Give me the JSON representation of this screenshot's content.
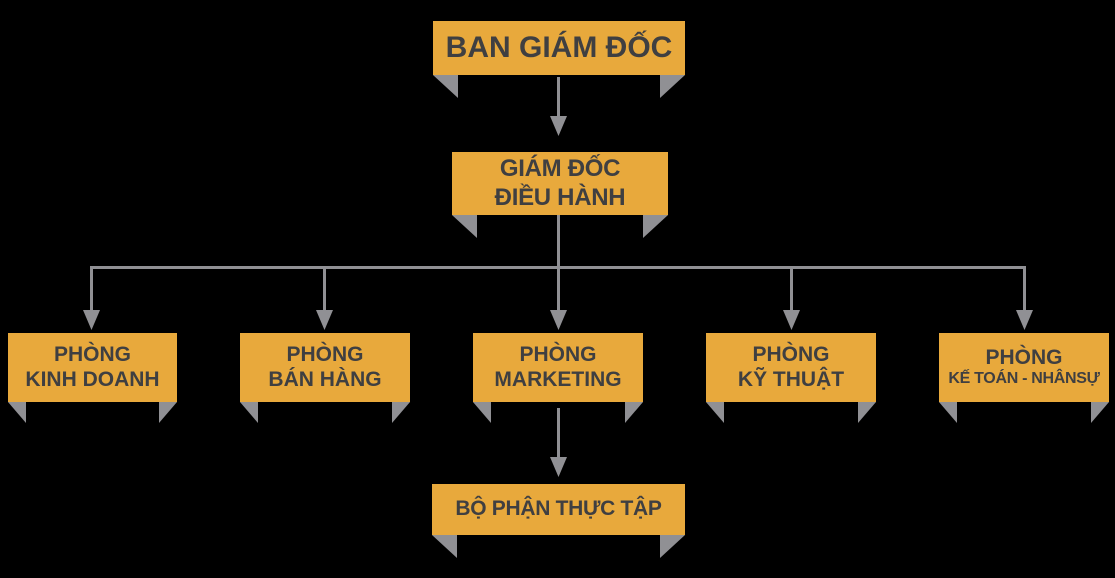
{
  "colors": {
    "page-bg": "#000000",
    "box-bg": "#E8A93C",
    "box-text": "#3F3F41",
    "gray": "#909094"
  },
  "diagram": {
    "type": "org-chart",
    "nodes": [
      {
        "id": "ban-giam-doc",
        "level": 1,
        "lines": [
          "BAN GIÁM ĐỐC"
        ]
      },
      {
        "id": "giam-doc-dieu-hanh",
        "level": 2,
        "lines": [
          "GIÁM ĐỐC",
          "ĐIỀU HÀNH"
        ]
      },
      {
        "id": "phong-kinh-doanh",
        "level": 3,
        "lines": [
          "PHÒNG",
          "KINH DOANH"
        ]
      },
      {
        "id": "phong-ban-hang",
        "level": 3,
        "lines": [
          "PHÒNG",
          "BÁN HÀNG"
        ]
      },
      {
        "id": "phong-marketing",
        "level": 3,
        "lines": [
          "PHÒNG",
          "MARKETING"
        ]
      },
      {
        "id": "phong-ky-thuat",
        "level": 3,
        "lines": [
          "PHÒNG",
          "KỸ THUẬT"
        ]
      },
      {
        "id": "phong-ke-toan-nhan-su",
        "level": 3,
        "lines": [
          "PHÒNG",
          "KẾ TOÁN - NHÂNSỰ"
        ]
      },
      {
        "id": "bo-phan-thuc-tap",
        "level": 4,
        "lines": [
          "BỘ PHẬN THỰC TẬP"
        ]
      }
    ],
    "edges": [
      {
        "from": "ban-giam-doc",
        "to": "giam-doc-dieu-hanh"
      },
      {
        "from": "giam-doc-dieu-hanh",
        "to": "phong-kinh-doanh"
      },
      {
        "from": "giam-doc-dieu-hanh",
        "to": "phong-ban-hang"
      },
      {
        "from": "giam-doc-dieu-hanh",
        "to": "phong-marketing"
      },
      {
        "from": "giam-doc-dieu-hanh",
        "to": "phong-ky-thuat"
      },
      {
        "from": "giam-doc-dieu-hanh",
        "to": "phong-ke-toan-nhan-su"
      },
      {
        "from": "phong-marketing",
        "to": "bo-phan-thuc-tap"
      }
    ]
  }
}
